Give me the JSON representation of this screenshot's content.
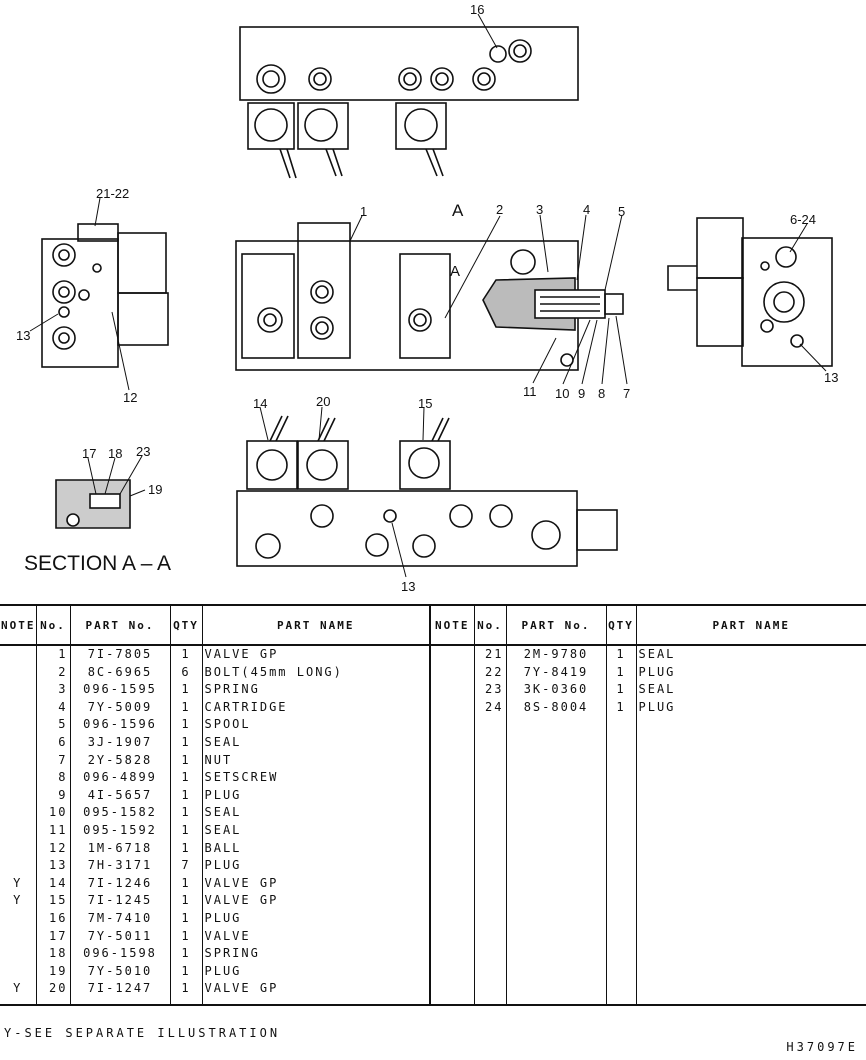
{
  "drawing": {
    "section_title": "SECTION A – A",
    "section_marker": "A",
    "callouts": [
      "1",
      "2",
      "3",
      "4",
      "5",
      "6-24",
      "7",
      "8",
      "9",
      "10",
      "11",
      "12",
      "13",
      "14",
      "15",
      "16",
      "17",
      "18",
      "19",
      "20",
      "21-22",
      "23"
    ]
  },
  "table": {
    "headers": {
      "note": "NOTE",
      "no": "No.",
      "part_no": "PART No.",
      "qty": "QTY",
      "part_name": "PART NAME"
    },
    "left_rows": [
      {
        "note": "",
        "no": "1",
        "part_no": "7I-7805",
        "qty": "1",
        "name": "VALVE GP"
      },
      {
        "note": "",
        "no": "2",
        "part_no": "8C-6965",
        "qty": "6",
        "name": "BOLT(45mm LONG)"
      },
      {
        "note": "",
        "no": "3",
        "part_no": "096-1595",
        "qty": "1",
        "name": "SPRING"
      },
      {
        "note": "",
        "no": "4",
        "part_no": "7Y-5009",
        "qty": "1",
        "name": "CARTRIDGE"
      },
      {
        "note": "",
        "no": "5",
        "part_no": "096-1596",
        "qty": "1",
        "name": "SPOOL"
      },
      {
        "note": "",
        "no": "6",
        "part_no": "3J-1907",
        "qty": "1",
        "name": "SEAL"
      },
      {
        "note": "",
        "no": "7",
        "part_no": "2Y-5828",
        "qty": "1",
        "name": "NUT"
      },
      {
        "note": "",
        "no": "8",
        "part_no": "096-4899",
        "qty": "1",
        "name": "SETSCREW"
      },
      {
        "note": "",
        "no": "9",
        "part_no": "4I-5657",
        "qty": "1",
        "name": "PLUG"
      },
      {
        "note": "",
        "no": "10",
        "part_no": "095-1582",
        "qty": "1",
        "name": "SEAL"
      },
      {
        "note": "",
        "no": "11",
        "part_no": "095-1592",
        "qty": "1",
        "name": "SEAL"
      },
      {
        "note": "",
        "no": "12",
        "part_no": "1M-6718",
        "qty": "1",
        "name": "BALL"
      },
      {
        "note": "",
        "no": "13",
        "part_no": "7H-3171",
        "qty": "7",
        "name": "PLUG"
      },
      {
        "note": "Y",
        "no": "14",
        "part_no": "7I-1246",
        "qty": "1",
        "name": "VALVE GP"
      },
      {
        "note": "Y",
        "no": "15",
        "part_no": "7I-1245",
        "qty": "1",
        "name": "VALVE GP"
      },
      {
        "note": "",
        "no": "16",
        "part_no": "7M-7410",
        "qty": "1",
        "name": "PLUG"
      },
      {
        "note": "",
        "no": "17",
        "part_no": "7Y-5011",
        "qty": "1",
        "name": "VALVE"
      },
      {
        "note": "",
        "no": "18",
        "part_no": "096-1598",
        "qty": "1",
        "name": "SPRING"
      },
      {
        "note": "",
        "no": "19",
        "part_no": "7Y-5010",
        "qty": "1",
        "name": "PLUG"
      },
      {
        "note": "Y",
        "no": "20",
        "part_no": "7I-1247",
        "qty": "1",
        "name": "VALVE GP"
      }
    ],
    "right_rows": [
      {
        "note": "",
        "no": "21",
        "part_no": "2M-9780",
        "qty": "1",
        "name": "SEAL"
      },
      {
        "note": "",
        "no": "22",
        "part_no": "7Y-8419",
        "qty": "1",
        "name": "PLUG"
      },
      {
        "note": "",
        "no": "23",
        "part_no": "3K-0360",
        "qty": "1",
        "name": "SEAL"
      },
      {
        "note": "",
        "no": "24",
        "part_no": "8S-8004",
        "qty": "1",
        "name": "PLUG"
      }
    ]
  },
  "footnote": "Y-SEE SEPARATE ILLUSTRATION",
  "drawing_code": "H37097E"
}
